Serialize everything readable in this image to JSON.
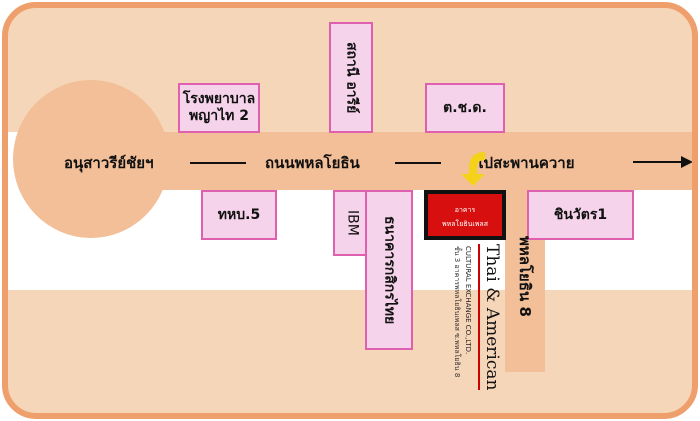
{
  "roads": {
    "main_start": "อนุสาวรีย์ชัยฯ",
    "main_road": "ถนนพหลโยธิน",
    "main_direction": "ไปสะพานควาย",
    "soi": "พหลโยธิน 8"
  },
  "landmarks": {
    "hospital": "โรงพยาบาล\nพญาไท 2",
    "bts_station": "สถานี อารีย์",
    "tcd": "ต.ช.ด.",
    "army": "ทหบ.5",
    "ibm": "IBM",
    "kbank": "ธนาคารกสิกรไทย",
    "shinawatra": "ชินวัตร1"
  },
  "target": {
    "sign_line1": "อาคาร",
    "sign_line2": "พหลโยธินเพลส",
    "company": "Thai & American",
    "company_sub": "CULTURAL EXCHANGE CO.,LTD.",
    "address": "ชั้น 3 อาคารพหลโยธินเพลส ซ.พหลโยธิน 8"
  },
  "colors": {
    "border": "#ee9f6b",
    "background": "#f6d6b8",
    "road": "#f2bf98",
    "box": "#f5d3ea",
    "sign": "#d80f0f",
    "arrow": "#f5d21a"
  }
}
